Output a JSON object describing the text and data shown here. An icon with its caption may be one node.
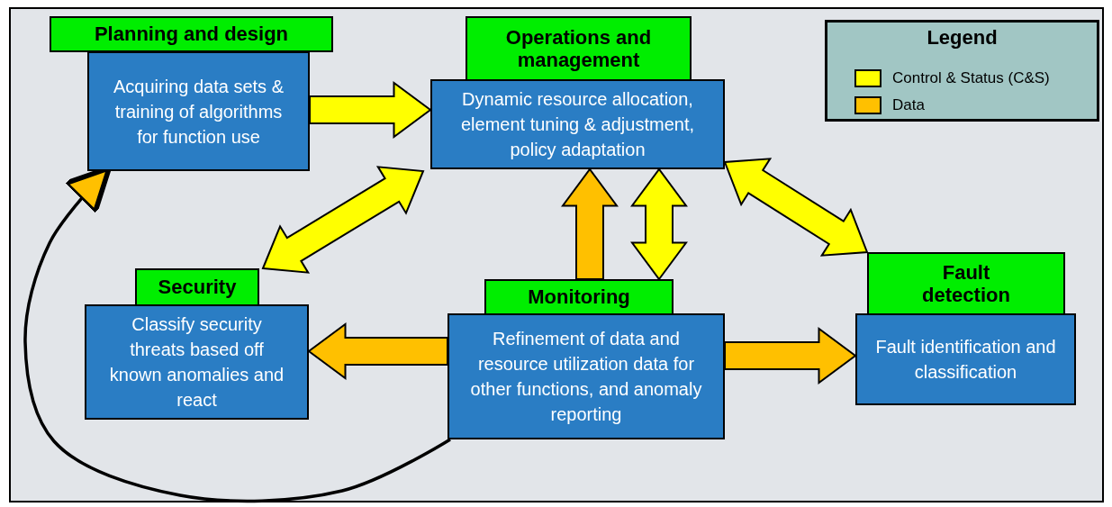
{
  "diagram": {
    "nodes": [
      {
        "text": [
          "Planning and design",
          "Acquiring data sets & training of algorithms for function use"
        ]
      },
      {
        "text": [
          "Operations and management",
          "Dynamic resource allocation, element tuning & adjustment, policy adaptation"
        ]
      },
      {
        "text": [
          "Security",
          "Classify security threats based off known anomalies and react"
        ]
      },
      {
        "text": [
          "Monitoring",
          "Refinement of data and resource utilization data for other functions, and anomaly reporting"
        ]
      },
      {
        "text": [
          "Fault detection",
          "Fault identification and classification"
        ]
      }
    ],
    "edges": [
      {
        "from": 0,
        "to": 1,
        "arrow": "to",
        "style": "thick",
        "color": "#ffff00"
      },
      {
        "from": 2,
        "to": 1,
        "arrow": "both",
        "style": "thick",
        "color": "#ffff00"
      },
      {
        "from": 3,
        "to": 1,
        "arrow": "to",
        "style": "thick",
        "color": "#ffc000"
      },
      {
        "from": 3,
        "to": 1,
        "arrow": "both",
        "style": "thick",
        "color": "#ffff00"
      },
      {
        "from": 1,
        "to": 4,
        "arrow": "both",
        "style": "thick",
        "color": "#ffff00"
      },
      {
        "from": 3,
        "to": 2,
        "arrow": "to",
        "style": "thick",
        "color": "#ffc000"
      },
      {
        "from": 3,
        "to": 4,
        "arrow": "to",
        "style": "thick",
        "color": "#ffc000"
      },
      {
        "from": 3,
        "to": 0,
        "arrow": "to"
      }
    ],
    "labels": [
      "Legend"
    ],
    "legend": [
      {
        "text": "Control & Status (C&S)",
        "color": "#ffff00"
      },
      {
        "text": "Data",
        "color": "#ffc000"
      }
    ]
  }
}
